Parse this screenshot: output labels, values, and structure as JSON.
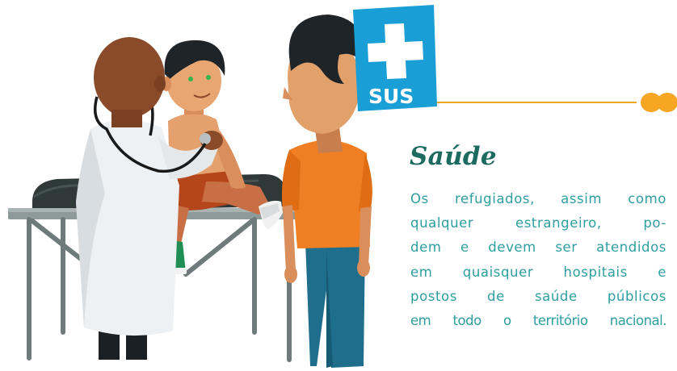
{
  "logo": {
    "text": "SUS",
    "bg": "#1a9ed6"
  },
  "section": {
    "title": "Saúde",
    "lines": [
      "Os refugiados, assim como",
      "qualquer estrangeiro, po-",
      "dem e devem ser atendidos",
      "em quaisquer hospitais e",
      "postos de saúde públicos",
      "em todo o território nacional."
    ]
  },
  "colors": {
    "title": "#1d6b60",
    "body_text": "#2e9e9f",
    "accent_line": "#f6a623",
    "sus_blue": "#1a9ed6"
  },
  "illustration": {
    "people": [
      "doctor",
      "child-patient",
      "father"
    ]
  }
}
